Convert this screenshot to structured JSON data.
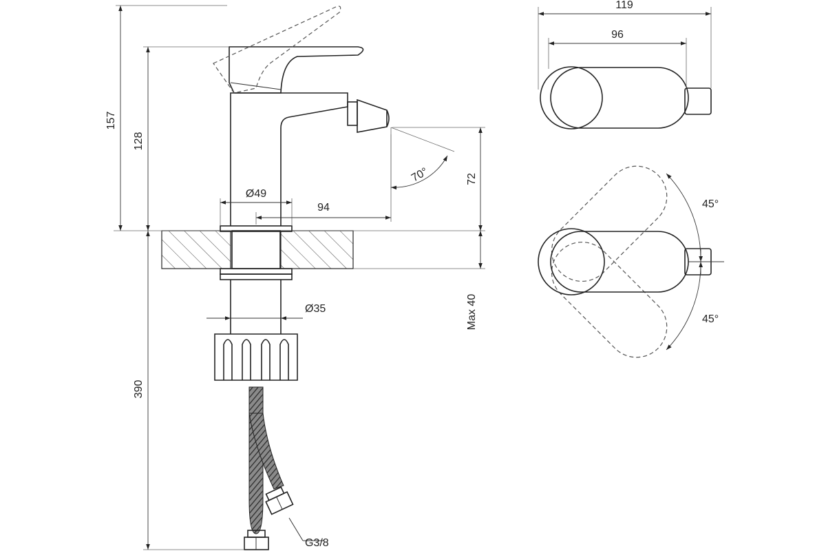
{
  "dimensions": {
    "total_height": "157",
    "body_height": "128",
    "spout_height": "72",
    "max_mount": "Max 40",
    "hose_length": "390",
    "base_diameter": "Ø49",
    "spout_reach": "94",
    "shank_diameter": "Ø35",
    "thread": "G3/8",
    "top_width": "119",
    "top_handle_width": "96",
    "spray_angle": "70°",
    "rotation_up": "45°",
    "rotation_down": "45°"
  },
  "colors": {
    "line": "#222222",
    "background": "#ffffff"
  }
}
